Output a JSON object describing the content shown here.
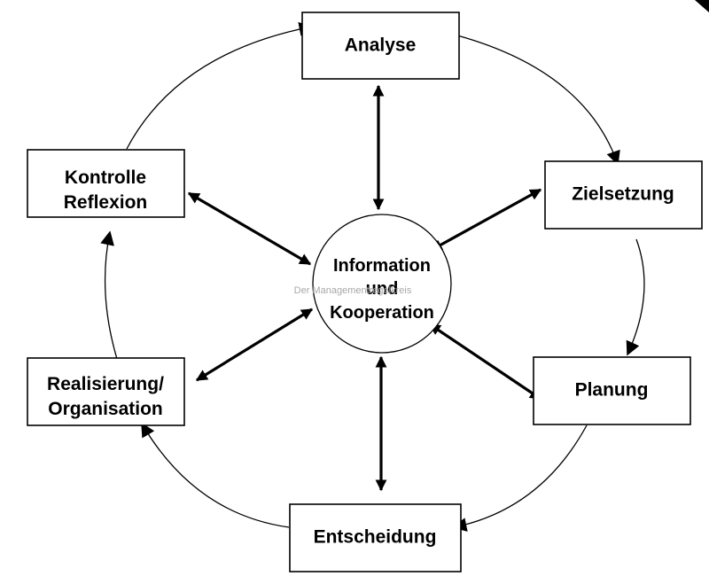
{
  "diagram": {
    "nodes": {
      "analyse": "Analyse",
      "zielsetzung": "Zielsetzung",
      "planung": "Planung",
      "entscheidung": "Entscheidung",
      "realisierung_line1": "Realisierung/",
      "realisierung_line2": "Organisation",
      "kontrolle_line1": "Kontrolle",
      "kontrolle_line2": "Reflexion"
    },
    "center": {
      "line1": "Information",
      "line2": "und",
      "line3": "Kooperation"
    },
    "watermark": "Der Managementregelkreis"
  }
}
